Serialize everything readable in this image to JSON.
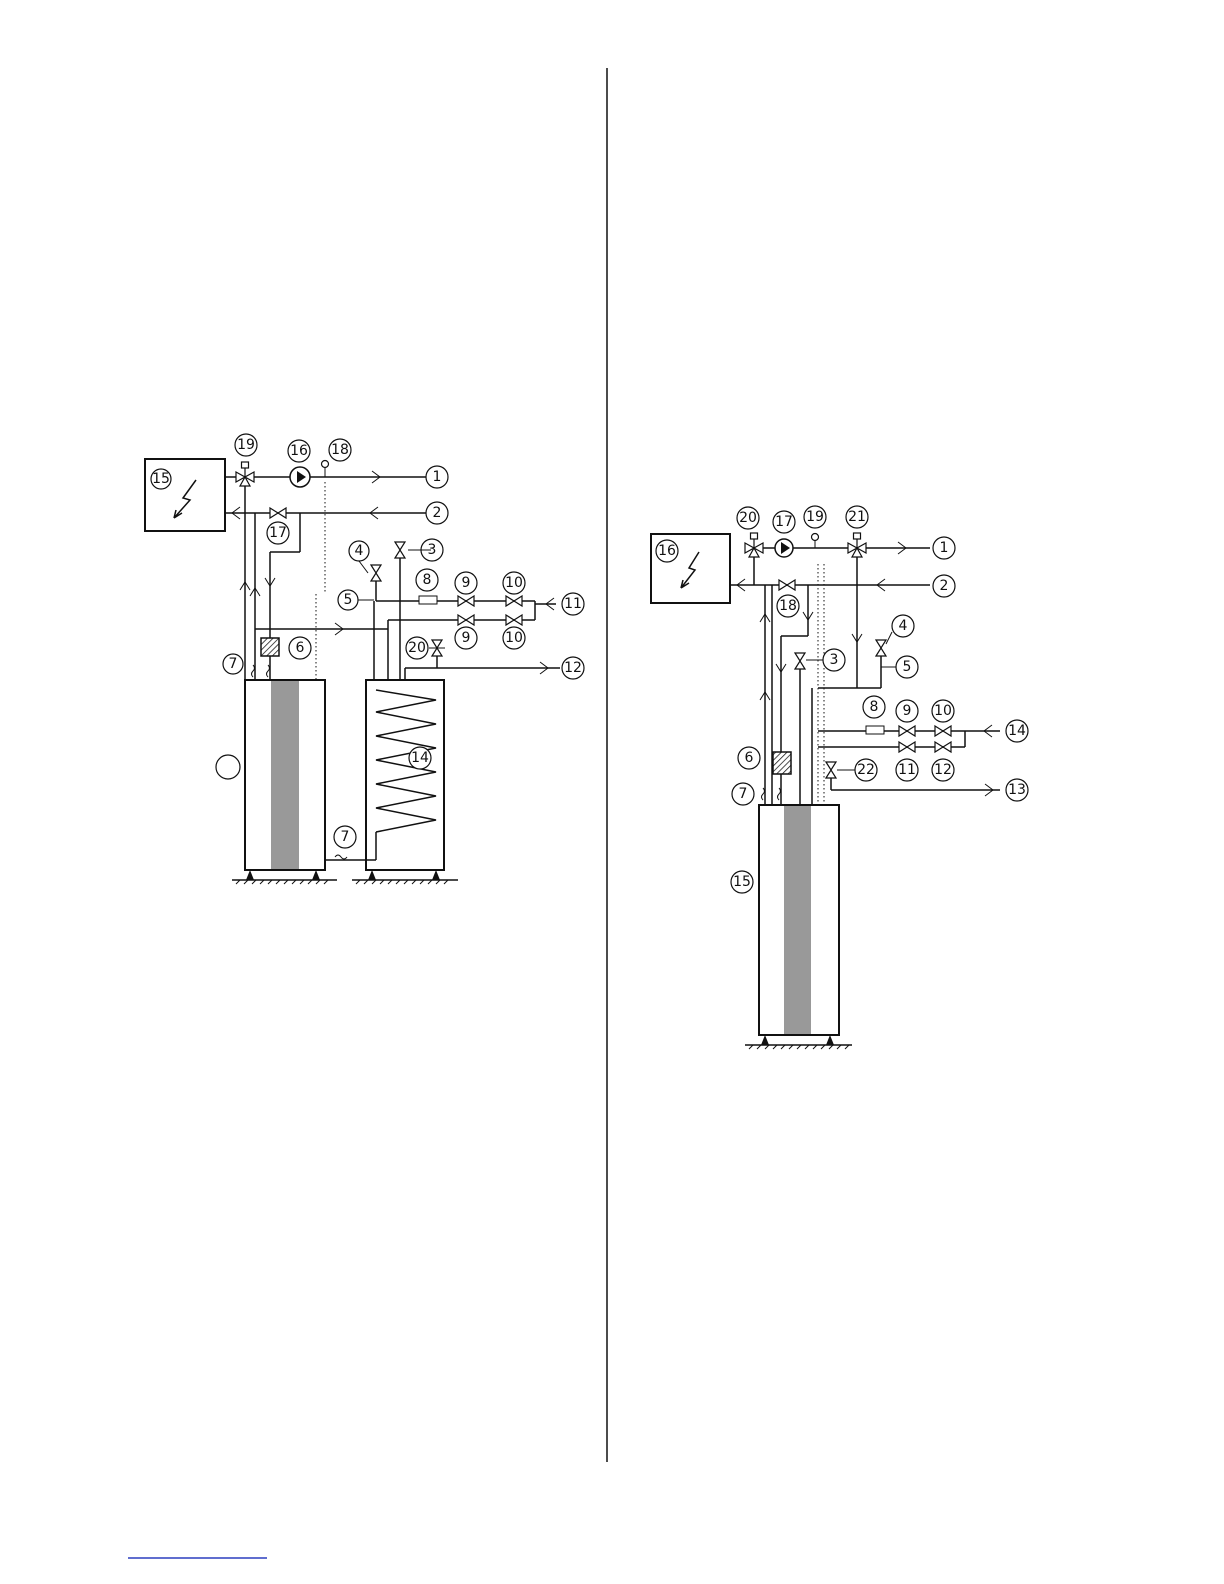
{
  "left_diagram": {
    "callouts": {
      "n1": "1",
      "n2": "2",
      "n3": "3",
      "n4": "4",
      "n5": "5",
      "n6": "6",
      "n7a": "7",
      "n7b": "7",
      "n8": "8",
      "n9a": "9",
      "n9b": "9",
      "n10a": "10",
      "n10b": "10",
      "n11": "11",
      "n12": "12",
      "n14": "14",
      "n15": "15",
      "n16": "16",
      "n17": "17",
      "n18": "18",
      "n19": "19",
      "n20": "20"
    }
  },
  "right_diagram": {
    "callouts": {
      "n1": "1",
      "n2": "2",
      "n3": "3",
      "n4": "4",
      "n5": "5",
      "n6": "6",
      "n7": "7",
      "n8": "8",
      "n9": "9",
      "n10": "10",
      "n11": "11",
      "n12": "12",
      "n13": "13",
      "n14": "14",
      "n15": "15",
      "n16": "16",
      "n17": "17",
      "n18": "18",
      "n19": "19",
      "n20": "20",
      "n21": "21",
      "n22": "22"
    }
  },
  "colors": {
    "line": "#111111",
    "tank_stripe": "#999999",
    "footer_rule": "#2b3fbf"
  }
}
